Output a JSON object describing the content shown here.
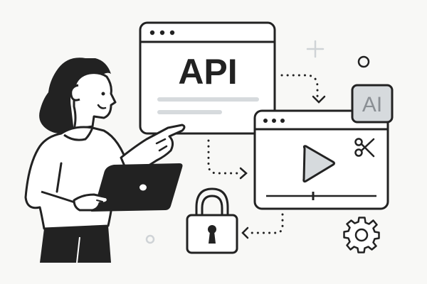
{
  "illustration": {
    "api_window": {
      "label": "API",
      "dots": 3
    },
    "video_window": {
      "dots": 3,
      "badge_label": "AI"
    },
    "icons": [
      "person-with-laptop",
      "play-icon",
      "scissors-icon",
      "lock-icon",
      "gear-icon",
      "plus-icon",
      "circle-decoration"
    ],
    "colors": {
      "stroke": "#222222",
      "fill_light": "#ffffff",
      "accent_gray": "#d6dadd",
      "background": "#f8f8f6"
    }
  }
}
